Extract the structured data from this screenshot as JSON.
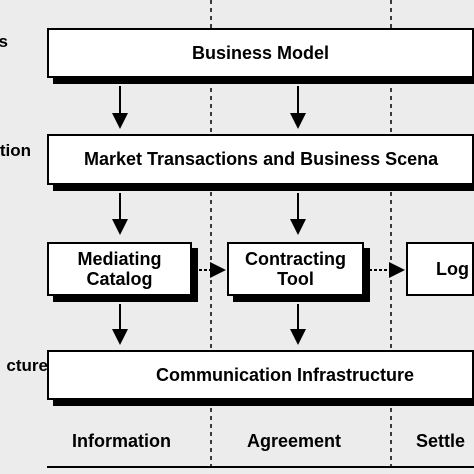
{
  "diagram": {
    "layer_labels": [
      "s",
      "tion",
      "cture"
    ],
    "boxes": {
      "business_model": "Business Model",
      "market_transactions": "Market Transactions and Business Scena",
      "mediating_catalog_line1": "Mediating",
      "mediating_catalog_line2": "Catalog",
      "contracting_tool_line1": "Contracting",
      "contracting_tool_line2": "Tool",
      "logistics": "Log",
      "communication_infrastructure": "Communication Infrastructure"
    },
    "phases": [
      "Information",
      "Agreement",
      "Settle"
    ],
    "colors": {
      "background": "#ececec",
      "box_fill": "#ffffff",
      "line": "#000000"
    }
  }
}
